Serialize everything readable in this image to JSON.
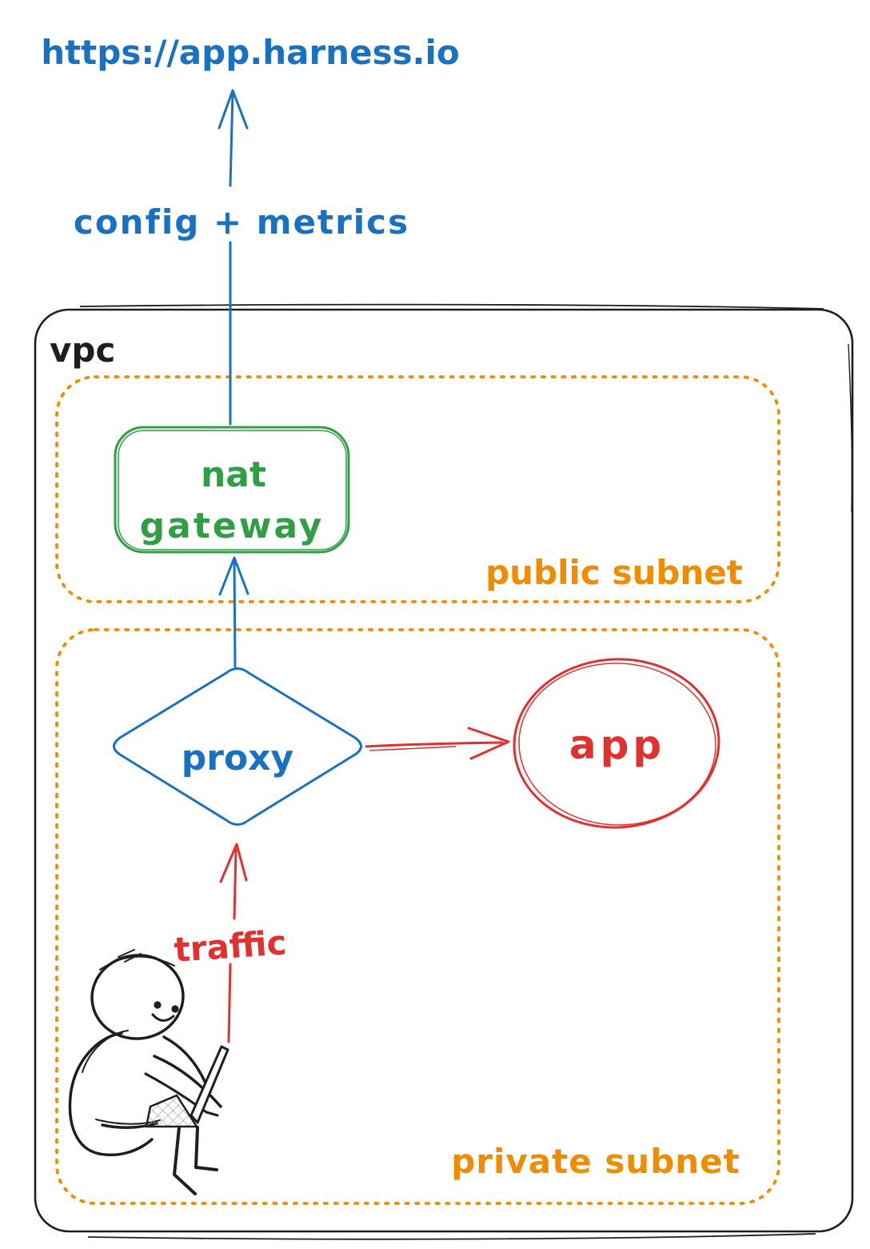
{
  "diagram": {
    "harness_url_label": "https://app.harness.io",
    "config_metrics_label": "config + metrics",
    "vpc_label": "vpc",
    "nat_gateway": {
      "line1": "nat",
      "line2": "gateway"
    },
    "public_subnet_label": "public subnet",
    "private_subnet_label": "private subnet",
    "proxy_label": "proxy",
    "app_label": "app",
    "traffic_label": "traffic"
  },
  "colors": {
    "blue": "#1971c2",
    "green": "#2f9e44",
    "orange": "#f08c00",
    "red": "#e03131",
    "ink": "#1e1e1e",
    "keyboard_hatch": "#9aa5ad",
    "background": "#ffffff"
  }
}
